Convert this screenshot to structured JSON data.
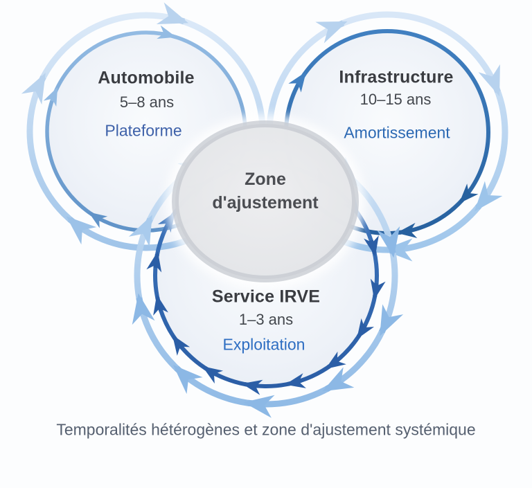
{
  "diagram": {
    "caption": "Temporalités hétérogènes et zone d'ajustement systémique",
    "center_zone": {
      "line1": "Zone",
      "line2": "d'ajustement",
      "fill": "#e9eaec",
      "ring": "#c3c7ce",
      "text_color": "#4b4d52"
    },
    "cycles": [
      {
        "id": "automobile",
        "title": "Automobile",
        "duration": "5–8 ans",
        "sublabel": "Plateforme",
        "sublabel_color": "#3e61a9",
        "ring_inner": {
          "light": "#93bbe3",
          "deep": "#6093c8"
        },
        "ring_outer": {
          "light": "#dbe9f8",
          "mid": "#b9d3ee",
          "deep": "#9cc2e8"
        }
      },
      {
        "id": "infrastructure",
        "title": "Infrastructure",
        "duration": "10–15 ans",
        "sublabel": "Amortissement",
        "sublabel_color": "#2c69b3",
        "ring_inner": {
          "light": "#4180c1",
          "deep": "#27619f"
        },
        "ring_outer": {
          "light": "#d7e6f7",
          "mid": "#b7d2ee",
          "deep": "#9cc4ea"
        }
      },
      {
        "id": "service",
        "title": "Service IRVE",
        "duration": "1–3 ans",
        "sublabel": "Exploitation",
        "sublabel_color": "#2e6ec2",
        "ring_inner": {
          "light": "#3e76bd",
          "deep": "#2b5ea6"
        },
        "ring_outer": {
          "light": "#cfe2f5",
          "mid": "#a9cbed",
          "deep": "#8cb8e5"
        }
      }
    ],
    "text_colors": {
      "title": "#3a3c41",
      "duration": "#43474d",
      "caption": "#566070"
    }
  }
}
